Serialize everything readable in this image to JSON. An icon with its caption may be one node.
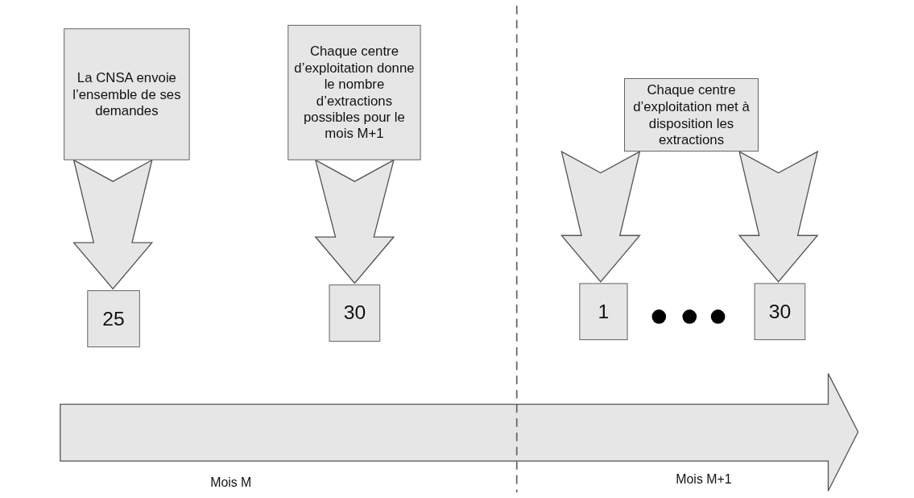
{
  "diagram": {
    "nodes": [
      {
        "text": [
          "La CNSA envoie l’ensemble de ses demandes"
        ]
      },
      {
        "text": [
          "Chaque centre d’exploitation donne le nombre d’extractions possibles pour le mois M+1"
        ]
      },
      {
        "text": [
          "Chaque centre d’exploitation met à disposition les extractions"
        ]
      },
      {
        "text": [
          "25"
        ]
      },
      {
        "text": [
          "30"
        ]
      },
      {
        "text": [
          "1"
        ]
      },
      {
        "text": [
          "30"
        ]
      }
    ],
    "edges": [
      {
        "from": 0,
        "to": 3,
        "arrow": "to"
      },
      {
        "from": 1,
        "to": 4,
        "arrow": "to"
      },
      {
        "from": 2,
        "to": 5,
        "arrow": "to"
      },
      {
        "from": 2,
        "to": 6,
        "arrow": "to"
      }
    ],
    "labels": [
      "Mois M",
      "Mois M+1"
    ]
  }
}
